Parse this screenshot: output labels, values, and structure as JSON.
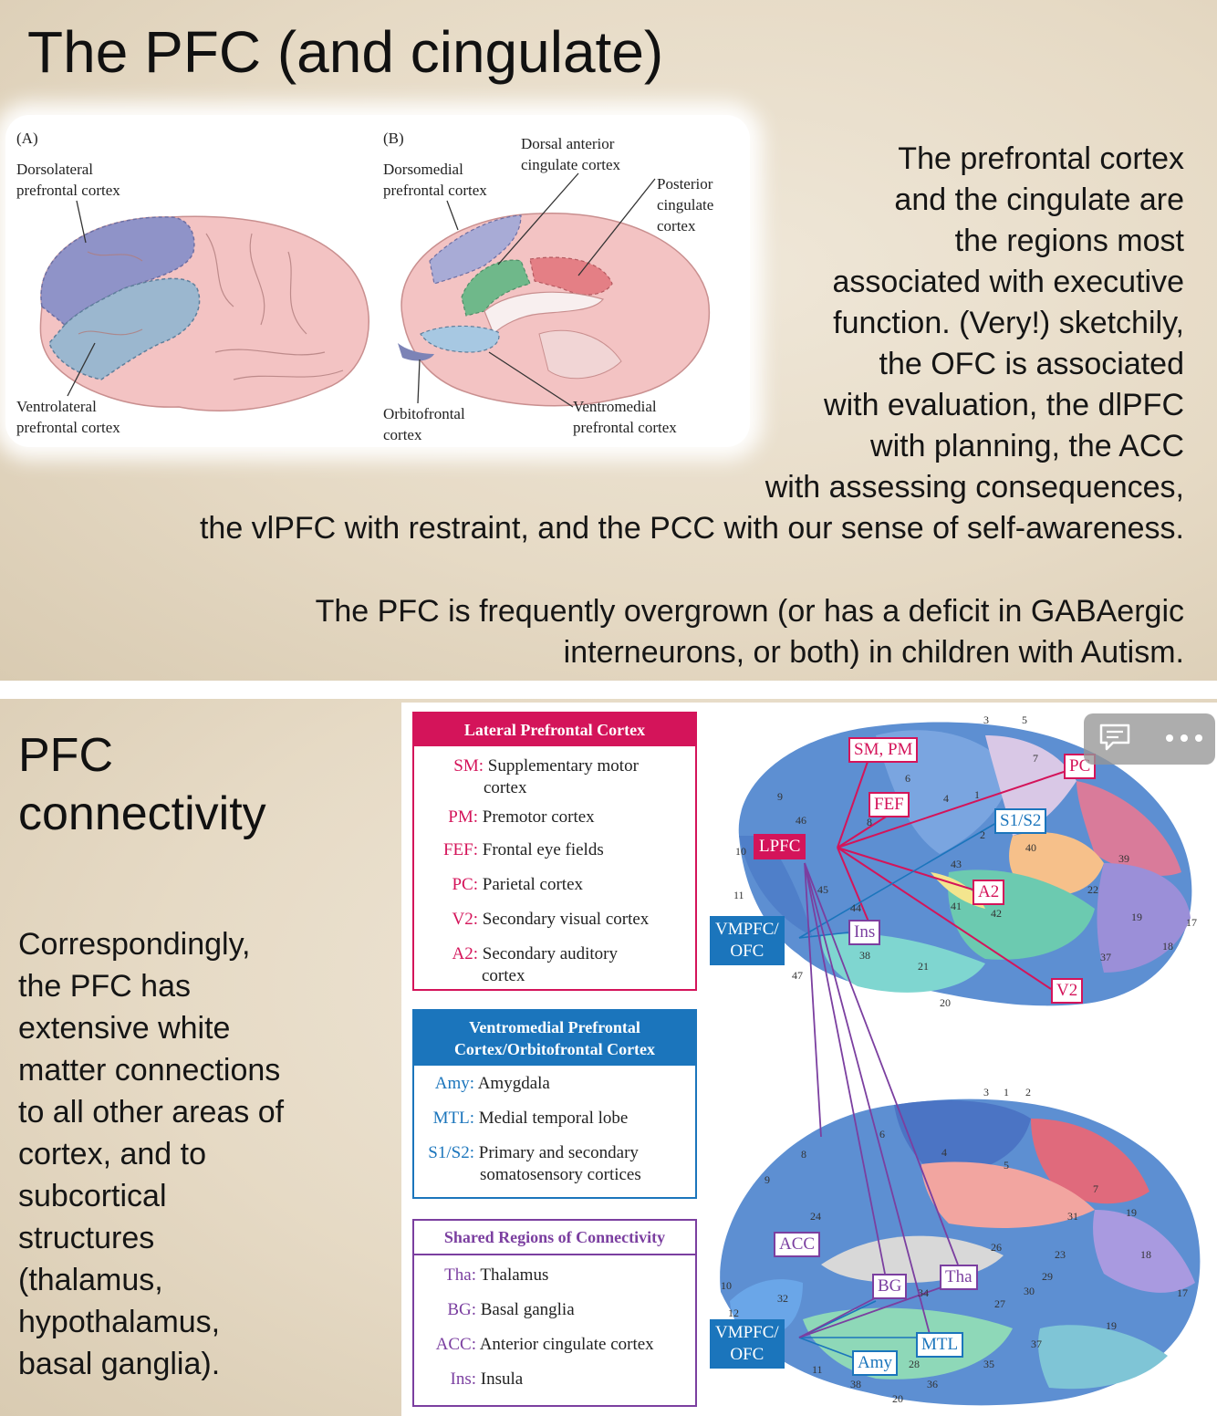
{
  "slide1": {
    "title": "The PFC (and cingulate)",
    "figure": {
      "panel_a": {
        "label": "(A)",
        "dlpfc": [
          "Dorsolateral",
          "prefrontal cortex"
        ],
        "vlpfc": [
          "Ventrolateral",
          "prefrontal cortex"
        ]
      },
      "panel_b": {
        "label": "(B)",
        "dmpfc": [
          "Dorsomedial",
          "prefrontal cortex"
        ],
        "dacc": [
          "Dorsal anterior",
          "cingulate cortex"
        ],
        "pcc": [
          "Posterior",
          "cingulate",
          "cortex"
        ],
        "ofc": [
          "Orbitofrontal",
          "cortex"
        ],
        "vmpfc": [
          "Ventromedial",
          "prefrontal cortex"
        ]
      }
    },
    "paragraph_lines": [
      "The prefrontal cortex",
      "and the cingulate are",
      "the regions most",
      "associated with executive",
      "function. (Very!) sketchily,",
      "the OFC is associated",
      "with evaluation, the dlPFC",
      "with planning, the ACC",
      "with assessing consequences,",
      "the vlPFC with restraint, and the PCC with our sense of self-awareness."
    ],
    "paragraph2_lines": [
      "The PFC is frequently overgrown (or has a deficit in GABAergic",
      "interneurons, or both) in children with Autism."
    ]
  },
  "slide2": {
    "title_lines": [
      "PFC",
      "connectivity"
    ],
    "body_lines": [
      "Correspondingly,",
      "the PFC has",
      "extensive white",
      "matter connections",
      "to all other areas of",
      "cortex, and to",
      "subcortical",
      "structures",
      "(thalamus,",
      "hypothalamus,",
      "basal ganglia)."
    ],
    "legend_lateral": {
      "heading": "Lateral Prefrontal Cortex",
      "rows": [
        {
          "abbr": "SM:",
          "lines": [
            "Supplementary motor",
            "cortex"
          ]
        },
        {
          "abbr": "PM:",
          "lines": [
            "Premotor cortex"
          ]
        },
        {
          "abbr": "FEF:",
          "lines": [
            "Frontal eye fields"
          ]
        },
        {
          "abbr": "PC:",
          "lines": [
            "Parietal cortex"
          ]
        },
        {
          "abbr": "V2:",
          "lines": [
            "Secondary visual cortex"
          ]
        },
        {
          "abbr": "A2:",
          "lines": [
            "Secondary auditory",
            "cortex"
          ]
        }
      ]
    },
    "legend_vm": {
      "heading_lines": [
        "Ventromedial Prefrontal",
        "Cortex/Orbitofrontal Cortex"
      ],
      "rows": [
        {
          "abbr": "Amy:",
          "lines": [
            "Amygdala"
          ]
        },
        {
          "abbr": "MTL:",
          "lines": [
            "Medial temporal lobe"
          ]
        },
        {
          "abbr": "S1/S2:",
          "lines": [
            "Primary and secondary",
            "somatosensory cortices"
          ]
        }
      ]
    },
    "legend_shared": {
      "heading": "Shared Regions of Connectivity",
      "rows": [
        {
          "abbr": "Tha:",
          "lines": [
            "Thalamus"
          ]
        },
        {
          "abbr": "BG:",
          "lines": [
            "Basal ganglia"
          ]
        },
        {
          "abbr": "ACC:",
          "lines": [
            "Anterior cingulate cortex"
          ]
        },
        {
          "abbr": "Ins:",
          "lines": [
            "Insula"
          ]
        }
      ]
    },
    "tags": {
      "sm_pm": "SM, PM",
      "fef": "FEF",
      "lpfc": "LPFC",
      "pc": "PC",
      "s1s2": "S1/S2",
      "a2": "A2",
      "ins": "Ins",
      "v2": "V2",
      "vmpfc_top": [
        "VMPFC/",
        "OFC"
      ],
      "vmpfc_bottom": [
        "VMPFC/",
        "OFC"
      ],
      "acc": "ACC",
      "bg": "BG",
      "tha": "Tha",
      "mtl": "MTL",
      "amy": "Amy"
    },
    "area_numbers_top": [
      "3",
      "5",
      "6",
      "7",
      "4",
      "1",
      "9",
      "46",
      "8",
      "10",
      "2",
      "40",
      "39",
      "43",
      "45",
      "44",
      "41",
      "42",
      "22",
      "11",
      "47",
      "38",
      "21",
      "20",
      "19",
      "17",
      "37",
      "18"
    ],
    "area_numbers_bottom": [
      "3",
      "1",
      "2",
      "6",
      "4",
      "8",
      "9",
      "5",
      "7",
      "24",
      "31",
      "19",
      "10",
      "32",
      "26",
      "23",
      "29",
      "30",
      "18",
      "12",
      "34",
      "27",
      "17",
      "19",
      "37",
      "11",
      "28",
      "35",
      "38",
      "36",
      "20"
    ]
  },
  "colors": {
    "lateral_accent": "#d4145a",
    "vm_accent": "#1b75bc",
    "shared_accent": "#7b3fa0"
  },
  "icons": [
    "comment-icon",
    "more-options-icon"
  ]
}
